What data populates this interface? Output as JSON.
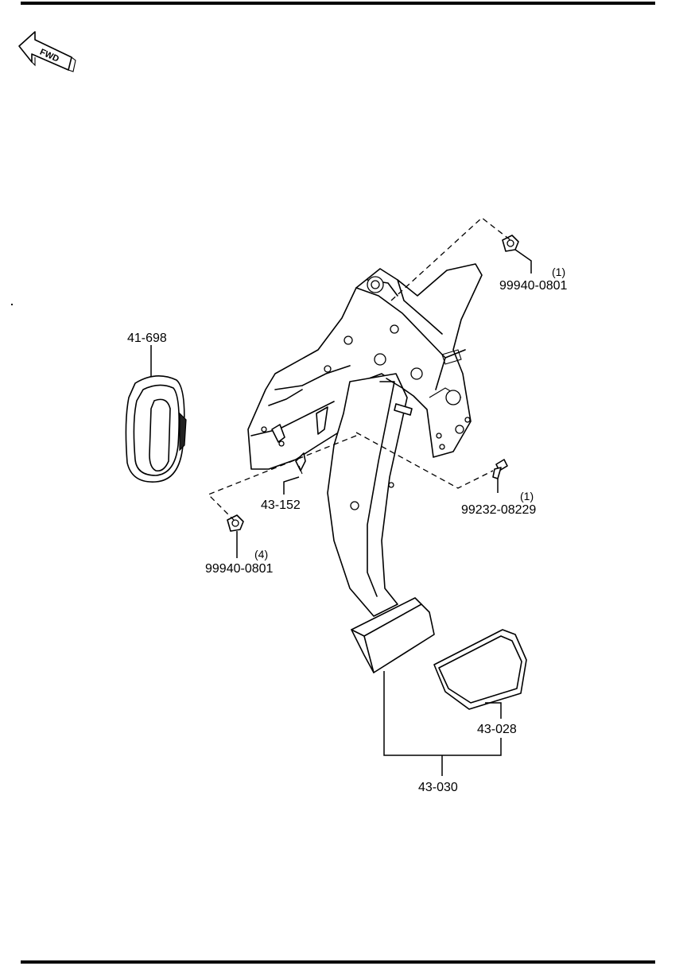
{
  "orientation": {
    "text": "FWD",
    "icon": "fwd-arrow-icon"
  },
  "parts": [
    {
      "id": "grommet",
      "number": "41-698",
      "qty": ""
    },
    {
      "id": "clip",
      "number": "43-152",
      "qty": ""
    },
    {
      "id": "nut-left",
      "number": "99940-0801",
      "qty": "(4)"
    },
    {
      "id": "nut-top",
      "number": "99940-0801",
      "qty": "(1)"
    },
    {
      "id": "bolt",
      "number": "99232-08229",
      "qty": "(1)"
    },
    {
      "id": "pad",
      "number": "43-028",
      "qty": ""
    },
    {
      "id": "pedal-assembly",
      "number": "43-030",
      "qty": ""
    }
  ],
  "colors": {
    "line": "#000000",
    "background": "#ffffff"
  }
}
